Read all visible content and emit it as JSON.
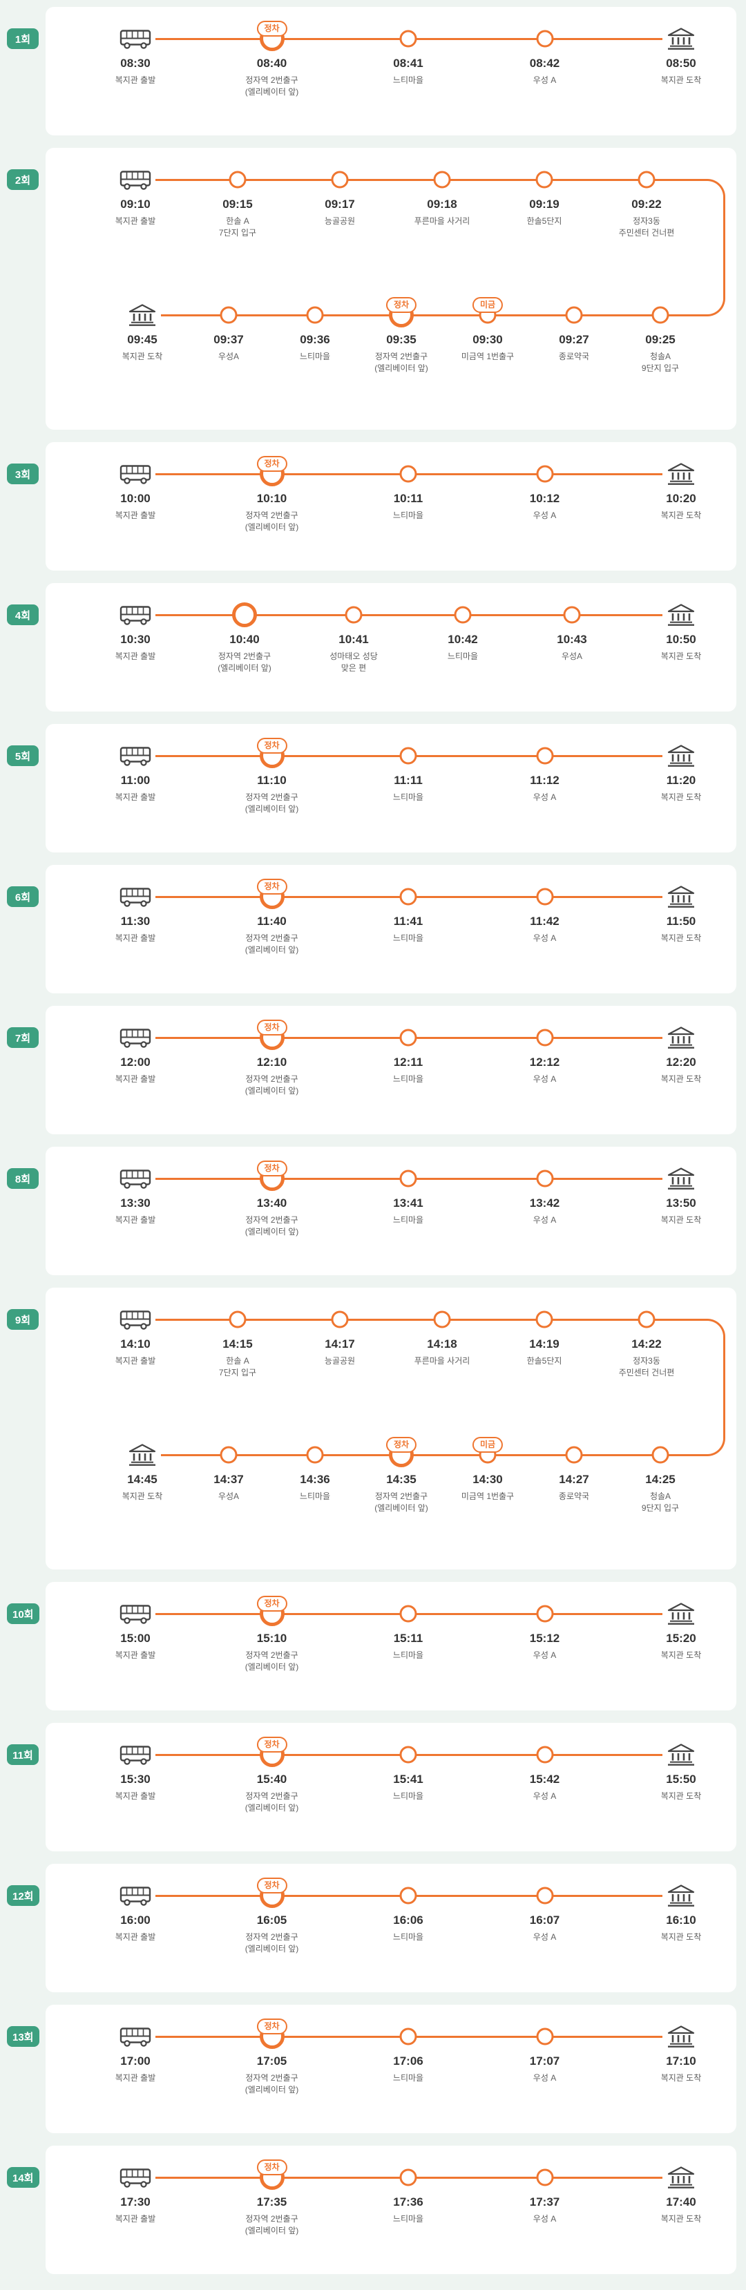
{
  "colors": {
    "page_background": "#eef4f1",
    "card_background": "#ffffff",
    "round_badge": "#3da080",
    "route_orange": "#ef7630",
    "time_text": "#333333",
    "name_text": "#5f5f5f",
    "icon_stroke": "#454545"
  },
  "rounds": [
    {
      "label": "1회",
      "lines": [
        [
          {
            "type": "bus",
            "time": "08:30",
            "name": "복지관 출발"
          },
          {
            "type": "stop",
            "major": true,
            "badge": "정차",
            "time": "08:40",
            "name": "정자역 2번출구",
            "name2": "(엘리베이터 앞)"
          },
          {
            "type": "stop",
            "time": "08:41",
            "name": "느티마을"
          },
          {
            "type": "stop",
            "time": "08:42",
            "name": "우성 A"
          },
          {
            "type": "building",
            "time": "08:50",
            "name": "복지관 도착"
          }
        ]
      ]
    },
    {
      "label": "2회",
      "lines": [
        [
          {
            "type": "bus",
            "time": "09:10",
            "name": "복지관 출발"
          },
          {
            "type": "stop",
            "time": "09:15",
            "name": "한솔 A",
            "name2": "7단지 입구"
          },
          {
            "type": "stop",
            "time": "09:17",
            "name": "능골공원"
          },
          {
            "type": "stop",
            "time": "09:18",
            "name": "푸른마을 사거리"
          },
          {
            "type": "stop",
            "time": "09:19",
            "name": "한솔5단지"
          },
          {
            "type": "stop",
            "time": "09:22",
            "name": "정자3동",
            "name2": "주민센터 건너편"
          }
        ],
        [
          {
            "type": "building",
            "time": "09:45",
            "name": "복지관 도착"
          },
          {
            "type": "stop",
            "time": "09:37",
            "name": "우성A"
          },
          {
            "type": "stop",
            "time": "09:36",
            "name": "느티마을"
          },
          {
            "type": "stop",
            "major": true,
            "badge": "정차",
            "time": "09:35",
            "name": "정자역 2번출구",
            "name2": "(엘리베이터 앞)"
          },
          {
            "type": "stop",
            "badge": "미금",
            "time": "09:30",
            "name": "미금역 1번출구"
          },
          {
            "type": "stop",
            "time": "09:27",
            "name": "종로약국"
          },
          {
            "type": "stop",
            "time": "09:25",
            "name": "청솔A",
            "name2": "9단지 입구"
          }
        ]
      ]
    },
    {
      "label": "3회",
      "lines": [
        [
          {
            "type": "bus",
            "time": "10:00",
            "name": "복지관 출발"
          },
          {
            "type": "stop",
            "major": true,
            "badge": "정차",
            "time": "10:10",
            "name": "정자역 2번출구",
            "name2": "(엘리베이터 앞)"
          },
          {
            "type": "stop",
            "time": "10:11",
            "name": "느티마을"
          },
          {
            "type": "stop",
            "time": "10:12",
            "name": "우성 A"
          },
          {
            "type": "building",
            "time": "10:20",
            "name": "복지관 도착"
          }
        ]
      ]
    },
    {
      "label": "4회",
      "lines": [
        [
          {
            "type": "bus",
            "time": "10:30",
            "name": "복지관 출발"
          },
          {
            "type": "stop",
            "major": true,
            "time": "10:40",
            "name": "정자역 2번출구",
            "name2": "(엘리베이터 앞)"
          },
          {
            "type": "stop",
            "time": "10:41",
            "name": "성마태오 성당",
            "name2": "맞은 편"
          },
          {
            "type": "stop",
            "time": "10:42",
            "name": "느티마을"
          },
          {
            "type": "stop",
            "time": "10:43",
            "name": "우성A"
          },
          {
            "type": "building",
            "time": "10:50",
            "name": "복지관 도착"
          }
        ]
      ]
    },
    {
      "label": "5회",
      "lines": [
        [
          {
            "type": "bus",
            "time": "11:00",
            "name": "복지관 출발"
          },
          {
            "type": "stop",
            "major": true,
            "badge": "정차",
            "time": "11:10",
            "name": "정자역 2번출구",
            "name2": "(엘리베이터 앞)"
          },
          {
            "type": "stop",
            "time": "11:11",
            "name": "느티마을"
          },
          {
            "type": "stop",
            "time": "11:12",
            "name": "우성 A"
          },
          {
            "type": "building",
            "time": "11:20",
            "name": "복지관 도착"
          }
        ]
      ]
    },
    {
      "label": "6회",
      "lines": [
        [
          {
            "type": "bus",
            "time": "11:30",
            "name": "복지관 출발"
          },
          {
            "type": "stop",
            "major": true,
            "badge": "정차",
            "time": "11:40",
            "name": "정자역 2번출구",
            "name2": "(엘리베이터 앞)"
          },
          {
            "type": "stop",
            "time": "11:41",
            "name": "느티마을"
          },
          {
            "type": "stop",
            "time": "11:42",
            "name": "우성 A"
          },
          {
            "type": "building",
            "time": "11:50",
            "name": "복지관 도착"
          }
        ]
      ]
    },
    {
      "label": "7회",
      "lines": [
        [
          {
            "type": "bus",
            "time": "12:00",
            "name": "복지관 출발"
          },
          {
            "type": "stop",
            "major": true,
            "badge": "정차",
            "time": "12:10",
            "name": "정자역 2번출구",
            "name2": "(엘리베이터 앞)"
          },
          {
            "type": "stop",
            "time": "12:11",
            "name": "느티마을"
          },
          {
            "type": "stop",
            "time": "12:12",
            "name": "우성 A"
          },
          {
            "type": "building",
            "time": "12:20",
            "name": "복지관 도착"
          }
        ]
      ]
    },
    {
      "label": "8회",
      "lines": [
        [
          {
            "type": "bus",
            "time": "13:30",
            "name": "복지관 출발"
          },
          {
            "type": "stop",
            "major": true,
            "badge": "정차",
            "time": "13:40",
            "name": "정자역 2번출구",
            "name2": "(엘리베이터 앞)"
          },
          {
            "type": "stop",
            "time": "13:41",
            "name": "느티마을"
          },
          {
            "type": "stop",
            "time": "13:42",
            "name": "우성 A"
          },
          {
            "type": "building",
            "time": "13:50",
            "name": "복지관 도착"
          }
        ]
      ]
    },
    {
      "label": "9회",
      "lines": [
        [
          {
            "type": "bus",
            "time": "14:10",
            "name": "복지관 출발"
          },
          {
            "type": "stop",
            "time": "14:15",
            "name": "한솔 A",
            "name2": "7단지 입구"
          },
          {
            "type": "stop",
            "time": "14:17",
            "name": "능골공원"
          },
          {
            "type": "stop",
            "time": "14:18",
            "name": "푸른마을 사거리"
          },
          {
            "type": "stop",
            "time": "14:19",
            "name": "한솔5단지"
          },
          {
            "type": "stop",
            "time": "14:22",
            "name": "정자3동",
            "name2": "주민센터 건너편"
          }
        ],
        [
          {
            "type": "building",
            "time": "14:45",
            "name": "복지관 도착"
          },
          {
            "type": "stop",
            "time": "14:37",
            "name": "우성A"
          },
          {
            "type": "stop",
            "time": "14:36",
            "name": "느티마을"
          },
          {
            "type": "stop",
            "major": true,
            "badge": "정차",
            "time": "14:35",
            "name": "정자역 2번출구",
            "name2": "(엘리베이터 앞)"
          },
          {
            "type": "stop",
            "badge": "미금",
            "time": "14:30",
            "name": "미금역 1번출구"
          },
          {
            "type": "stop",
            "time": "14:27",
            "name": "종로약국"
          },
          {
            "type": "stop",
            "time": "14:25",
            "name": "청솔A",
            "name2": "9단지 입구"
          }
        ]
      ]
    },
    {
      "label": "10회",
      "lines": [
        [
          {
            "type": "bus",
            "time": "15:00",
            "name": "복지관 출발"
          },
          {
            "type": "stop",
            "major": true,
            "badge": "정차",
            "time": "15:10",
            "name": "정자역 2번출구",
            "name2": "(엘리베이터 앞)"
          },
          {
            "type": "stop",
            "time": "15:11",
            "name": "느티마을"
          },
          {
            "type": "stop",
            "time": "15:12",
            "name": "우성 A"
          },
          {
            "type": "building",
            "time": "15:20",
            "name": "복지관 도착"
          }
        ]
      ]
    },
    {
      "label": "11회",
      "lines": [
        [
          {
            "type": "bus",
            "time": "15:30",
            "name": "복지관 출발"
          },
          {
            "type": "stop",
            "major": true,
            "badge": "정차",
            "time": "15:40",
            "name": "정자역 2번출구",
            "name2": "(엘리베이터 앞)"
          },
          {
            "type": "stop",
            "time": "15:41",
            "name": "느티마을"
          },
          {
            "type": "stop",
            "time": "15:42",
            "name": "우성 A"
          },
          {
            "type": "building",
            "time": "15:50",
            "name": "복지관 도착"
          }
        ]
      ]
    },
    {
      "label": "12회",
      "lines": [
        [
          {
            "type": "bus",
            "time": "16:00",
            "name": "복지관 출발"
          },
          {
            "type": "stop",
            "major": true,
            "badge": "정차",
            "time": "16:05",
            "name": "정자역 2번출구",
            "name2": "(엘리베이터 앞)"
          },
          {
            "type": "stop",
            "time": "16:06",
            "name": "느티마을"
          },
          {
            "type": "stop",
            "time": "16:07",
            "name": "우성 A"
          },
          {
            "type": "building",
            "time": "16:10",
            "name": "복지관 도착"
          }
        ]
      ]
    },
    {
      "label": "13회",
      "lines": [
        [
          {
            "type": "bus",
            "time": "17:00",
            "name": "복지관 출발"
          },
          {
            "type": "stop",
            "major": true,
            "badge": "정차",
            "time": "17:05",
            "name": "정자역 2번출구",
            "name2": "(엘리베이터 앞)"
          },
          {
            "type": "stop",
            "time": "17:06",
            "name": "느티마을"
          },
          {
            "type": "stop",
            "time": "17:07",
            "name": "우성 A"
          },
          {
            "type": "building",
            "time": "17:10",
            "name": "복지관 도착"
          }
        ]
      ]
    },
    {
      "label": "14회",
      "lines": [
        [
          {
            "type": "bus",
            "time": "17:30",
            "name": "복지관 출발"
          },
          {
            "type": "stop",
            "major": true,
            "badge": "정차",
            "time": "17:35",
            "name": "정자역 2번출구",
            "name2": "(엘리베이터 앞)"
          },
          {
            "type": "stop",
            "time": "17:36",
            "name": "느티마을"
          },
          {
            "type": "stop",
            "time": "17:37",
            "name": "우성 A"
          },
          {
            "type": "building",
            "time": "17:40",
            "name": "복지관 도착"
          }
        ]
      ]
    }
  ]
}
